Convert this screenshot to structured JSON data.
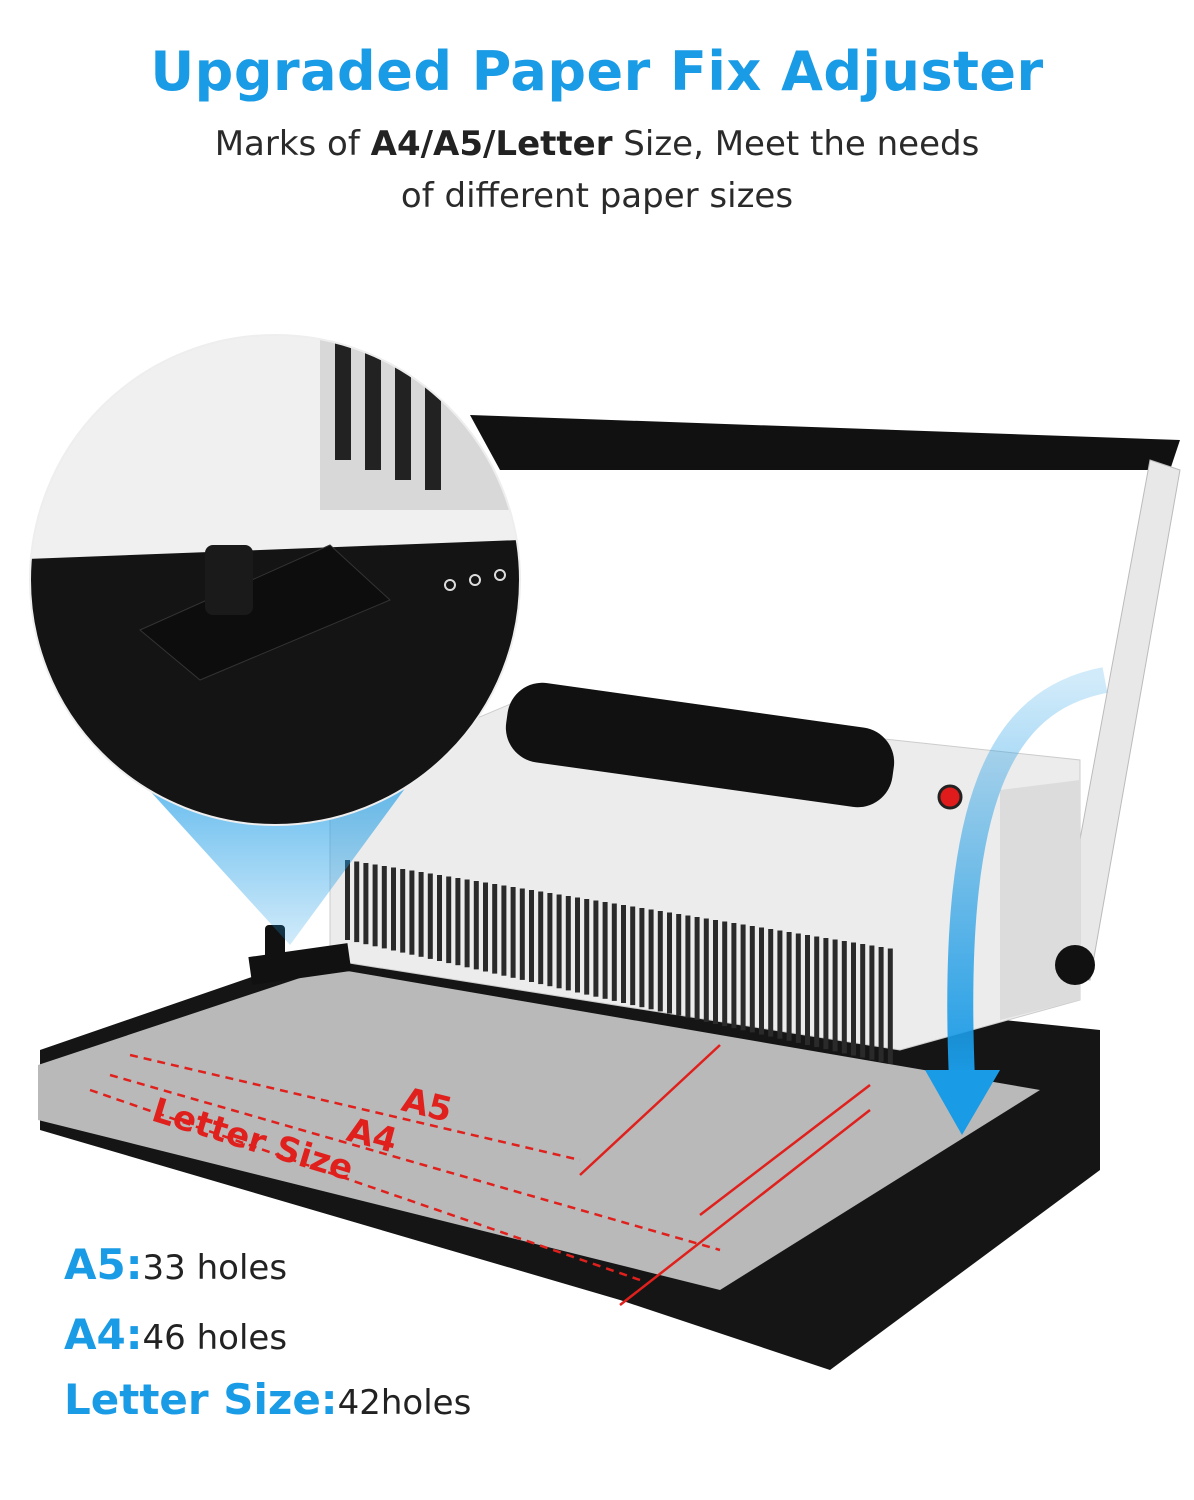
{
  "header": {
    "title": "Upgraded Paper Fix Adjuster",
    "subtitle_prefix": "Marks of ",
    "subtitle_bold": "A4/A5/Letter",
    "subtitle_suffix": " Size, Meet the needs",
    "subtitle_line2": "of different paper sizes"
  },
  "overlay_labels": {
    "a5": "A5",
    "a4": "A4",
    "letter": "Letter Size"
  },
  "specs": [
    {
      "key": "A5:",
      "value": "33 holes"
    },
    {
      "key": "A4:",
      "value": "46 holes"
    },
    {
      "key": "Letter Size:",
      "value": "42holes"
    }
  ],
  "colors": {
    "accent": "#1a9be6",
    "marker": "#e0201c",
    "machine_body": "#eeeeee",
    "machine_base": "#111111"
  }
}
